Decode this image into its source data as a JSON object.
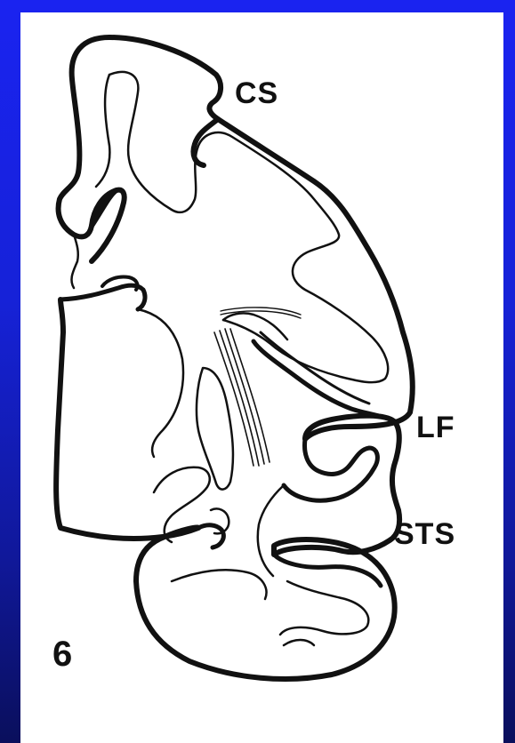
{
  "labels": {
    "central_sulcus": "CS",
    "lateral_fissure": "LF",
    "superior_temporal_sulcus": "STS",
    "figure_number": "6"
  },
  "colors": {
    "background_top": "#1a23f0",
    "background_bottom": "#0a0f5c",
    "panel": "#ffffff",
    "ink": "#111111"
  }
}
